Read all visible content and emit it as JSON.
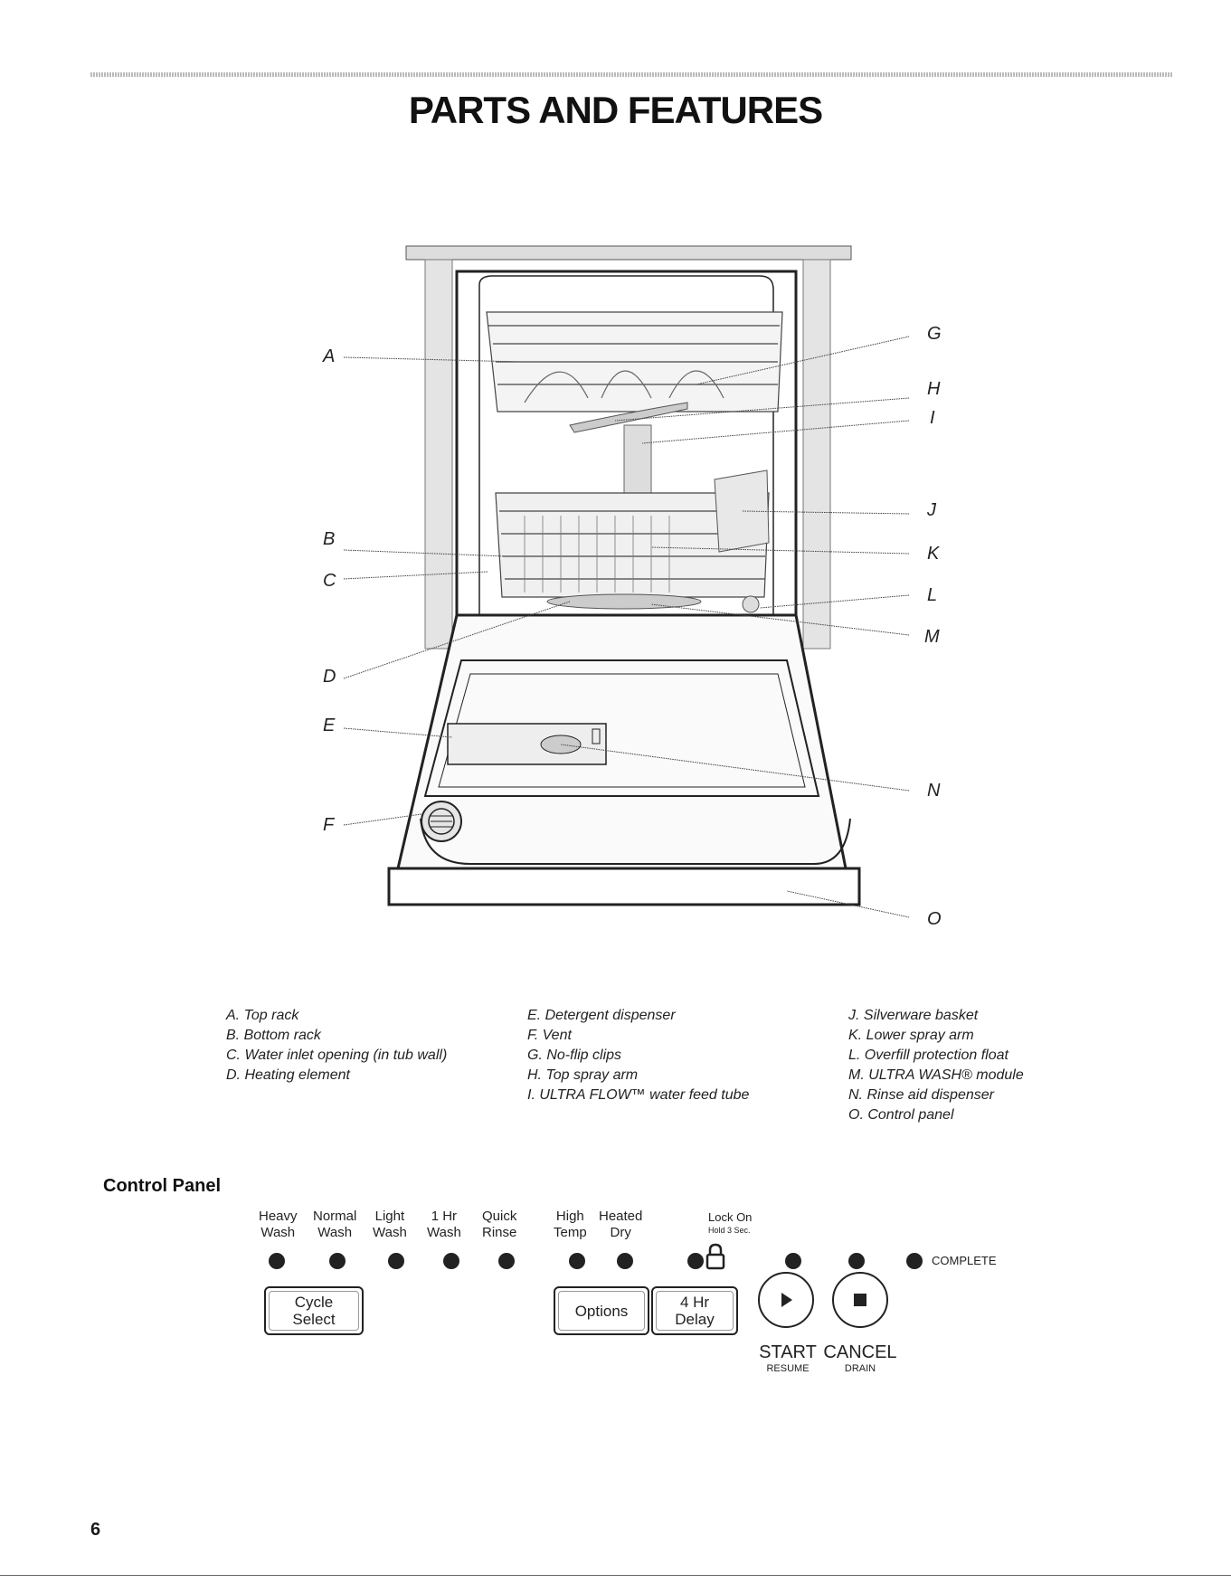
{
  "page": {
    "title": "PARTS AND FEATURES",
    "page_number": "6"
  },
  "diagram": {
    "callouts": [
      "A",
      "B",
      "C",
      "D",
      "E",
      "F",
      "G",
      "H",
      "I",
      "J",
      "K",
      "L",
      "M",
      "N",
      "O"
    ]
  },
  "legend": {
    "col1": [
      "A. Top rack",
      "B. Bottom rack",
      "C. Water inlet opening (in tub wall)",
      "D. Heating element"
    ],
    "col2": [
      "E. Detergent dispenser",
      "F. Vent",
      "G. No-flip clips",
      "H. Top spray arm",
      "I. ULTRA FLOW™ water feed tube"
    ],
    "col3": [
      "J. Silverware basket",
      "K. Lower spray arm",
      "L. Overfill protection float",
      "M. ULTRA WASH® module",
      "N. Rinse aid dispenser",
      "O. Control panel"
    ]
  },
  "control_panel": {
    "heading": "Control Panel",
    "cycles": [
      {
        "line1": "Heavy",
        "line2": "Wash"
      },
      {
        "line1": "Normal",
        "line2": "Wash"
      },
      {
        "line1": "Light",
        "line2": "Wash"
      },
      {
        "line1": "1 Hr",
        "line2": "Wash"
      },
      {
        "line1": "Quick",
        "line2": "Rinse"
      }
    ],
    "options": [
      {
        "line1": "High",
        "line2": "Temp"
      },
      {
        "line1": "Heated",
        "line2": "Dry"
      }
    ],
    "lock": {
      "line1": "Lock On",
      "line2": "Hold 3 Sec."
    },
    "complete_label": "COMPLETE",
    "buttons": {
      "cycle_select": {
        "line1": "Cycle",
        "line2": "Select"
      },
      "options": "Options",
      "delay": {
        "line1": "4 Hr",
        "line2": "Delay"
      },
      "start": {
        "label": "START",
        "sub": "RESUME"
      },
      "cancel": {
        "label": "CANCEL",
        "sub": "DRAIN"
      }
    }
  }
}
